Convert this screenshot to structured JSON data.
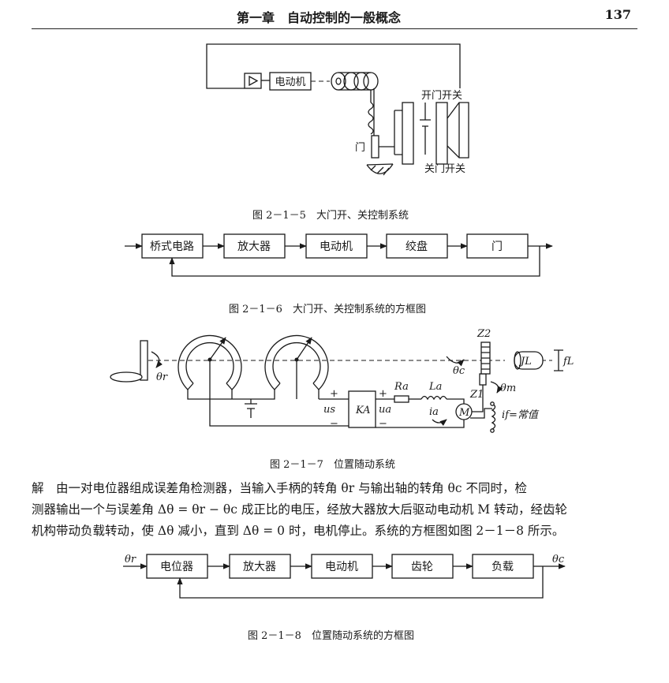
{
  "header": {
    "chapter_title": "第一章　自动控制的一般概念",
    "page_number": "137"
  },
  "fig1": {
    "caption": "图 2－1－5　大门开、关控制系统",
    "motor_label": "电动机",
    "door_label": "门",
    "open_switch_label": "开门开关",
    "close_switch_label": "关门开关"
  },
  "fig2": {
    "caption": "图 2－1－6　大门开、关控制系统的方框图",
    "blocks": [
      "桥式电路",
      "放大器",
      "电动机",
      "绞盘",
      "门"
    ]
  },
  "fig3": {
    "caption": "图 2－1－7　位置随动系统",
    "labels": {
      "theta_r": "θr",
      "theta_c": "θc",
      "theta_m": "θm",
      "us": "us",
      "ua": "ua",
      "KA": "KA",
      "Ra": "Ra",
      "La": "La",
      "ia": "ia",
      "M": "M",
      "if": "if=常值",
      "Z1": "Z1",
      "Z2": "Z2",
      "JL": "JL",
      "fL": "fL",
      "plus": "+",
      "minus": "−"
    }
  },
  "paragraph": {
    "lines": [
      "解　由一对电位器组成误差角检测器，当输入手柄的转角 θr 与输出轴的转角 θc 不同时，检",
      "测器输出一个与误差角 Δθ = θr − θc 成正比的电压，经放大器放大后驱动电动机 M 转动，经齿轮",
      "机构带动负载转动，使 Δθ 减小，直到 Δθ = 0 时，电机停止。系统的方框图如图 2－1－8 所示。"
    ]
  },
  "fig4": {
    "caption": "图 2－1－8　位置随动系统的方框图",
    "input_label": "θr",
    "output_label": "θc",
    "blocks": [
      "电位器",
      "放大器",
      "电动机",
      "齿轮",
      "负载"
    ]
  }
}
